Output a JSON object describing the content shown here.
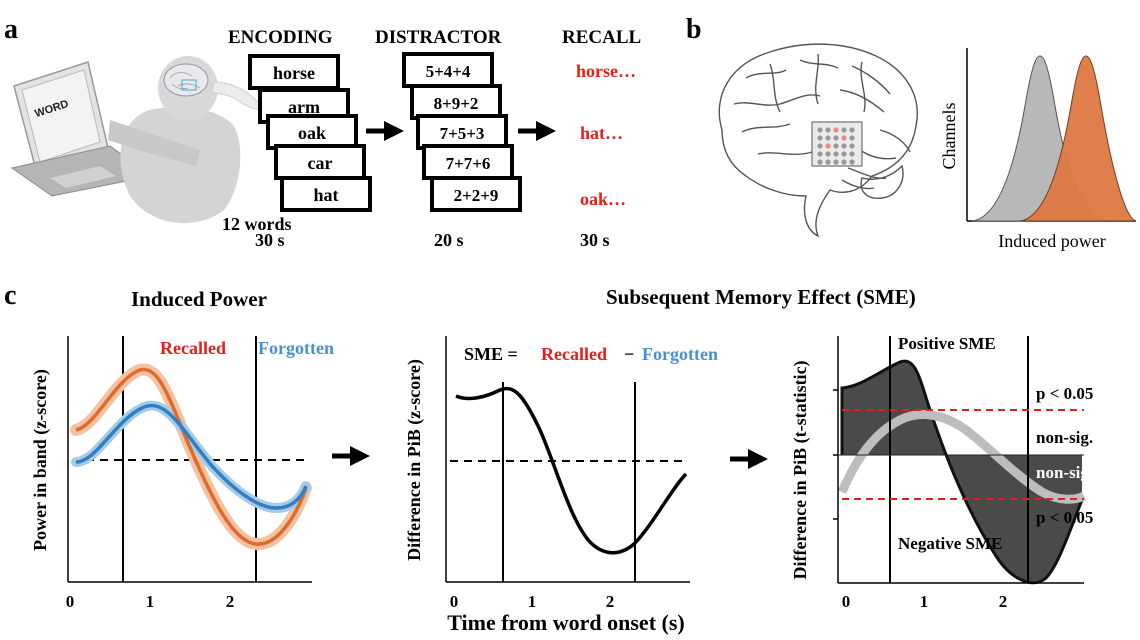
{
  "panel_a": {
    "label": "a",
    "laptop_text": "WORD",
    "headers": {
      "encoding": "ENCODING",
      "distractor": "DISTRACTOR",
      "recall": "RECALL"
    },
    "encoding_words": [
      "horse",
      "arm",
      "oak",
      "car",
      "hat"
    ],
    "distractor_items": [
      "5+4+4",
      "8+9+2",
      "7+5+3",
      "7+7+6",
      "2+2+9"
    ],
    "recall_words": [
      "horse…",
      "hat…",
      "oak…"
    ],
    "word_count": "12 words",
    "durations": {
      "encoding": "30 s",
      "distractor": "20 s",
      "recall": "30 s"
    },
    "recall_color": "#e3201b"
  },
  "panel_b": {
    "label": "b",
    "ylabel": "Channels",
    "xlabel": "Induced power",
    "gray_color": "#b8b8b8",
    "orange_color": "#e07a45"
  },
  "panel_c": {
    "label": "c",
    "title_left": "Induced Power",
    "title_right": "Subsequent Memory Effect (SME)",
    "plot1": {
      "ylabel": "Power in band (z-score)",
      "legend_recalled": "Recalled",
      "legend_forgotten": "Forgotten",
      "x_ticks": [
        "0",
        "1",
        "2"
      ]
    },
    "plot2": {
      "ylabel": "Difference in PiB (z-score)",
      "eq_prefix": "SME =",
      "eq_recalled": "Recalled",
      "eq_minus": "−",
      "eq_forgotten": "Forgotten",
      "x_ticks": [
        "0",
        "1",
        "2"
      ]
    },
    "plot3": {
      "ylabel": "Difference in PiB (t-statistic)",
      "positive_label": "Positive SME",
      "negative_label": "Negative SME",
      "p_upper": "p < 0.05",
      "p_lower": "p < 0.05",
      "nonsig_upper": "non-sig.",
      "nonsig_lower": "non-sig.",
      "x_ticks": [
        "0",
        "1",
        "2"
      ]
    },
    "xlabel": "Time from word onset (s)",
    "colors": {
      "recalled": "#e06a2c",
      "forgotten": "#2f7fc1",
      "recalled_text": "#e3201b",
      "forgotten_text": "#4a90d0",
      "threshold": "#e3201b"
    }
  }
}
